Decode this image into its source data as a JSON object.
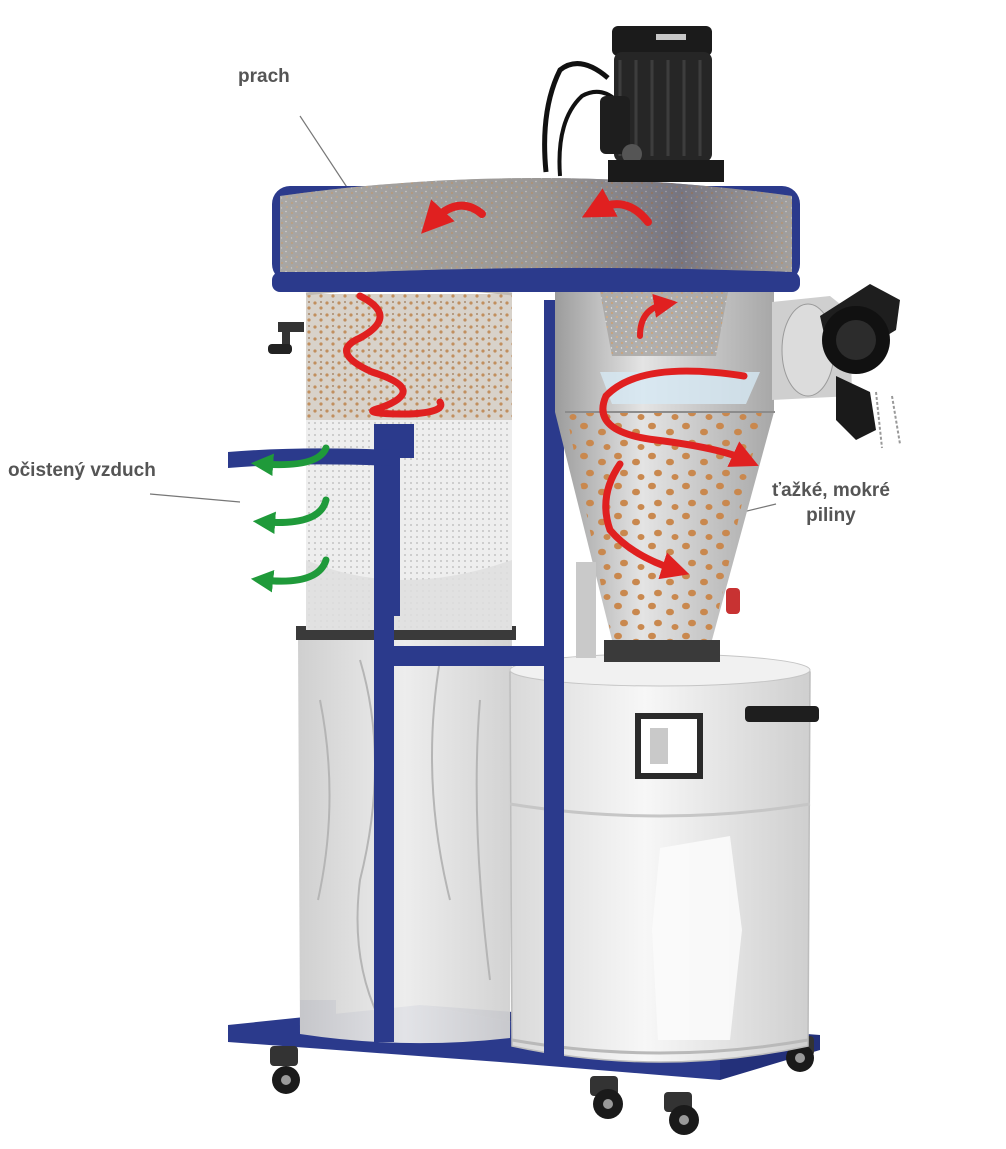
{
  "labels": {
    "dust": "prach",
    "clean_air": "očistený vzduch",
    "heavy_line1": "ťažké, mokré",
    "heavy_line2": "piliny"
  },
  "colors": {
    "frame": "#2b3a8c",
    "airflow": "#e02020",
    "clean_air": "#1f9a3a",
    "particles": "#c99a6a",
    "drum": "#e9e9e9",
    "motor": "#1a1a1a",
    "label": "#555555"
  },
  "icons": {
    "airflow": "red-spiral-arrow-icon",
    "clean_air": "green-curved-arrow-icon",
    "wheel": "caster-wheel-icon"
  }
}
